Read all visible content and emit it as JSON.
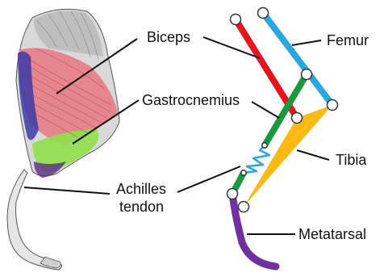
{
  "labels": {
    "biceps": "Biceps",
    "femur": "Femur",
    "gastrocnemius": "Gastrocnemius",
    "tibia": "Tibia",
    "achilles_line1": "Achilles",
    "achilles_line2": "tendon",
    "metatarsal": "Metatarsal"
  },
  "colors": {
    "biceps": "#e8141c",
    "femur": "#29a8e0",
    "gastrocnemius": "#1a9a3c",
    "tibia": "#fdb913",
    "metatarsal": "#7030a0",
    "tendon_spring": "#29a8e0",
    "muscle_illustration_red": "#e87b86",
    "muscle_illustration_green": "#8ee04a",
    "muscle_illustration_blue": "#3a3aa8"
  }
}
